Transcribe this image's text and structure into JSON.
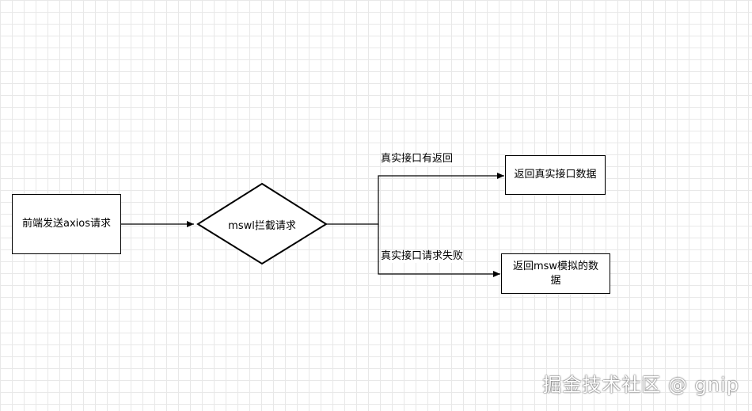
{
  "nodes": {
    "start": "前端发送axios请求",
    "decision": "mswl拦截请求",
    "success_result": "返回真实接口数据",
    "fail_result": "返回msw模拟的数据"
  },
  "edges": {
    "success_label": "真实接口有返回",
    "fail_label": "真实接口请求失败"
  },
  "watermark": "掘金技术社区 @ gnip"
}
